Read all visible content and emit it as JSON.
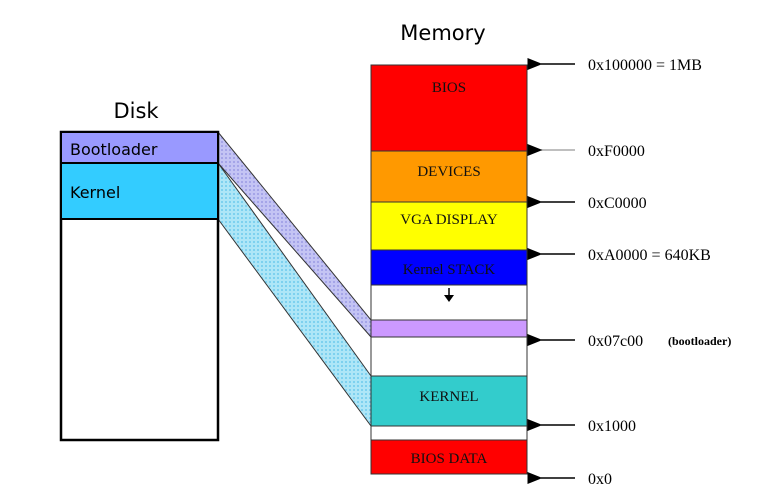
{
  "disk": {
    "title": "Disk",
    "segments": [
      {
        "label": "Bootloader",
        "color": "#9999ff"
      },
      {
        "label": "Kernel",
        "color": "#33ccff"
      }
    ]
  },
  "memory": {
    "title": "Memory",
    "regions": [
      {
        "label": "BIOS",
        "color": "#ff0000"
      },
      {
        "label": "DEVICES",
        "color": "#ff9900"
      },
      {
        "label": "VGA DISPLAY",
        "color": "#ffff00"
      },
      {
        "label": "Kernel STACK",
        "color": "#0000ff"
      },
      {
        "label": "",
        "color": "#ffffff"
      },
      {
        "label": "",
        "color": "#cc99ff"
      },
      {
        "label": "",
        "color": "#ffffff"
      },
      {
        "label": "KERNEL",
        "color": "#33cccc"
      },
      {
        "label": "",
        "color": "#ffffff"
      },
      {
        "label": "BIOS DATA",
        "color": "#ff0000"
      }
    ],
    "addresses": [
      {
        "label": "0x100000 = 1MB",
        "note": ""
      },
      {
        "label": "0xF0000",
        "note": ""
      },
      {
        "label": "0xC0000",
        "note": ""
      },
      {
        "label": "0xA0000 = 640KB",
        "note": ""
      },
      {
        "label": "0x07c00",
        "note": "(bootloader)"
      },
      {
        "label": "0x1000",
        "note": ""
      },
      {
        "label": "0x0",
        "note": ""
      }
    ]
  }
}
